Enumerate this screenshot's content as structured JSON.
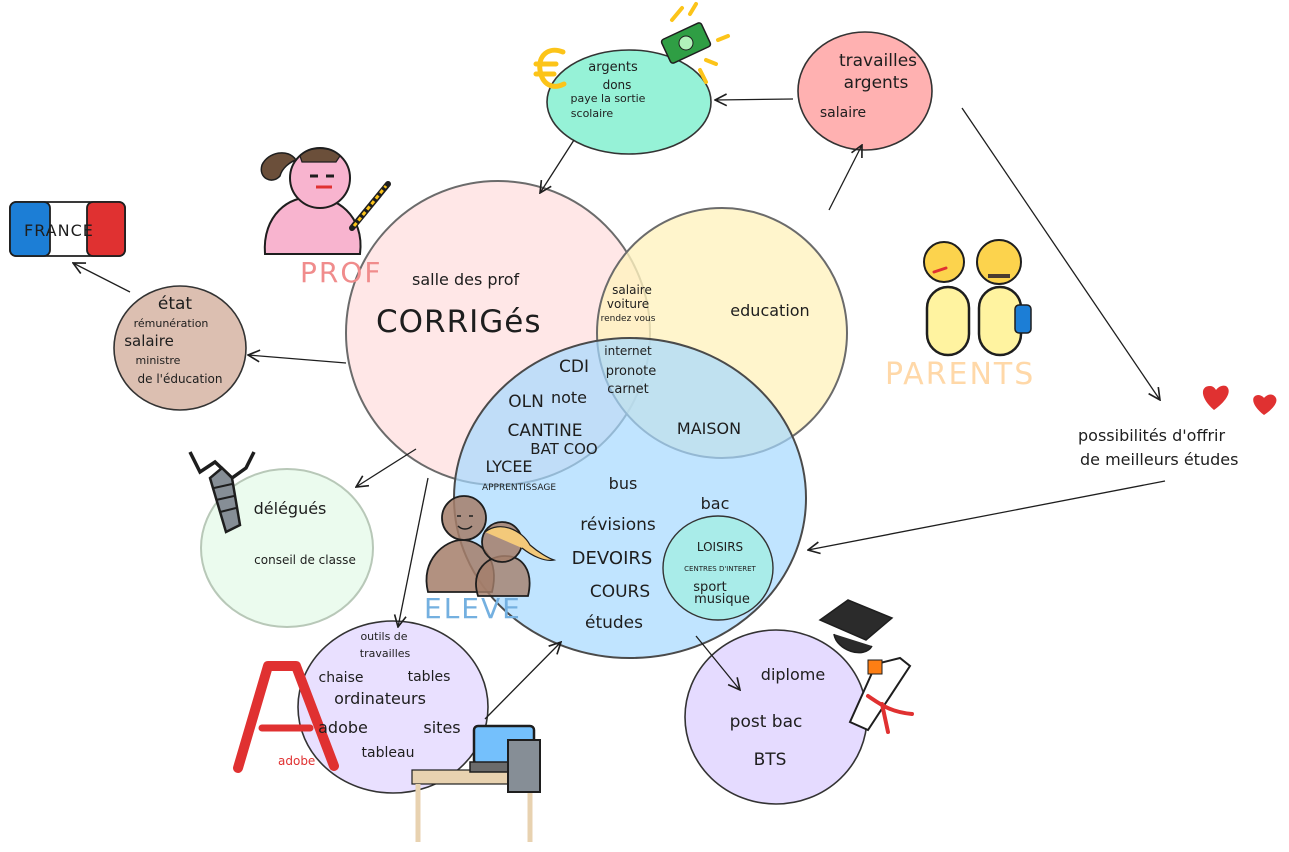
{
  "france": {
    "label": "FRANCE"
  },
  "money_node": {
    "lines": [
      "argents",
      "dons",
      "paye la sortie",
      "scolaire"
    ]
  },
  "work_node": {
    "lines": [
      "travailles",
      "argents",
      "salaire"
    ]
  },
  "etat_node": {
    "lines": [
      "état",
      "rémunération",
      "salaire",
      "ministre",
      "de l'éducation"
    ]
  },
  "delegues_node": {
    "lines": [
      "délégués",
      "conseil de classe"
    ]
  },
  "prof": {
    "title": "PROF",
    "lines": [
      "salle des prof",
      "CORRIGés"
    ]
  },
  "prof_parents_overlap": {
    "lines": [
      "salaire",
      "voiture",
      "rendez vous"
    ]
  },
  "all_three_overlap": {
    "lines": [
      "internet",
      "pronote",
      "carnet"
    ]
  },
  "prof_eleve_overlap": {
    "lines": [
      "CDI",
      "OLN",
      "note",
      "CANTINE",
      "BAT COO",
      "LYCEE",
      "APPRENTISSAGE"
    ]
  },
  "parents": {
    "title": "PARENTS",
    "lines": [
      "education"
    ]
  },
  "parents_eleve_overlap": {
    "lines": [
      "MAISON"
    ]
  },
  "eleve": {
    "title": "ELEVE",
    "lines": [
      "bus",
      "bac",
      "révisions",
      "DEVOIRS",
      "COURS",
      "études"
    ]
  },
  "loisirs_node": {
    "lines": [
      "LOISIRS",
      "CENTRES D'INTERET",
      "sport",
      "musique"
    ]
  },
  "outils_node": {
    "lines": [
      "outils de",
      "travailles",
      "chaise",
      "tables",
      "ordinateurs",
      "adobe",
      "sites",
      "tableau"
    ]
  },
  "diplome_node": {
    "lines": [
      "diplome",
      "post bac",
      "BTS"
    ]
  },
  "possibilites": {
    "lines": [
      "possibilités d'offrir",
      "de meilleurs études"
    ]
  },
  "adobe_logo": {
    "label": "adobe"
  },
  "colors": {
    "prof": "#ffe3e3",
    "parents": "#fff3bf",
    "eleve": "#a5d8ff",
    "money": "#96f2d7",
    "work": "#ffa8a8",
    "etat": "#d8b8a8",
    "delegues": "#ebfbee",
    "purple": "#e5dbff",
    "prof_title": "#f08c8c",
    "parents_title": "#ffd8a8",
    "eleve_title": "#74b0e0",
    "france_blue": "#1c7ed6",
    "france_red": "#e03131"
  }
}
